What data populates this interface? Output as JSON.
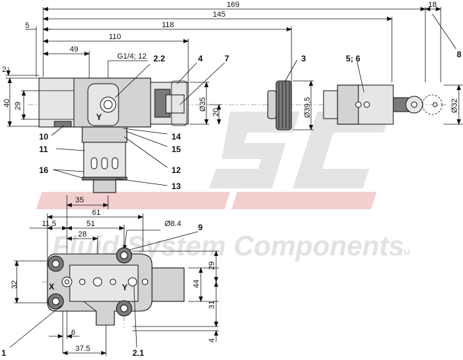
{
  "watermark": {
    "logo_letters": "SC",
    "text": "Fluid System Components",
    "tm": "TM"
  },
  "dimensions": {
    "d169": "169",
    "d18": "18",
    "d145": "145",
    "d5": "5",
    "d118": "118",
    "d110": "110",
    "d49": "49",
    "thread": "G1/4; 12",
    "d2": "2",
    "d40": "40",
    "d29": "29",
    "dia35": "Ø35",
    "d20": "20",
    "dia39_5": "Ø39,5",
    "dia32": "Ø32",
    "d35": "35",
    "d61": "61",
    "d11_5": "11.5",
    "d51": "51",
    "dia8_4": "Ø8.4",
    "d28": "28",
    "d32": "32",
    "d29b": "29",
    "d44": "44",
    "d31": "31",
    "d6": "6",
    "d37_5": "37.5",
    "d4": "4"
  },
  "callouts": {
    "c1": "1",
    "c2_1": "2.1",
    "c2_2": "2.2",
    "c3": "3",
    "c4": "4",
    "c5_6": "5; 6",
    "c7": "7",
    "c8": "8",
    "c9": "9",
    "c10": "10",
    "c11": "11",
    "c12": "12",
    "c13": "13",
    "c14": "14",
    "c15": "15",
    "c16": "16"
  },
  "ports": {
    "y_top": "Y",
    "x_plate": "X",
    "y_plate": "Y"
  },
  "icons": {
    "arrow": "dimension-arrowhead"
  }
}
